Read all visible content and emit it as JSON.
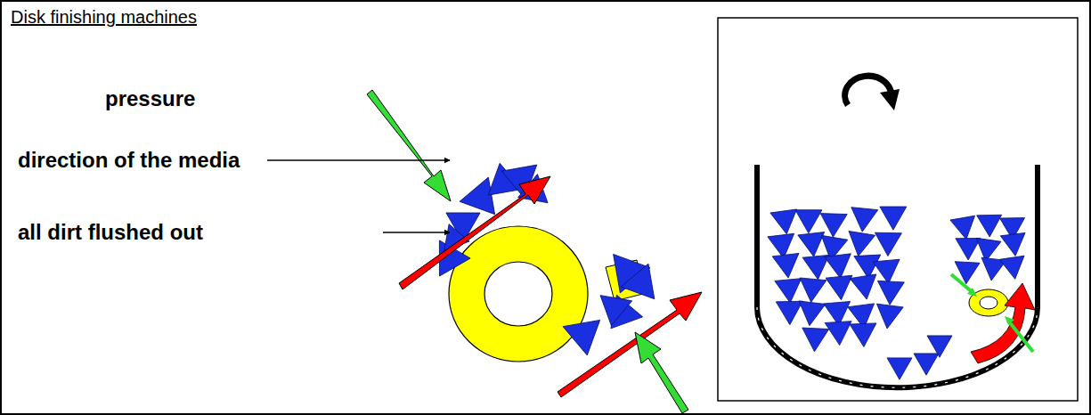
{
  "diagram": {
    "title": "Disk finishing machines",
    "labels": [
      "pressure",
      "direction of the media",
      "all dirt flushed out"
    ]
  }
}
